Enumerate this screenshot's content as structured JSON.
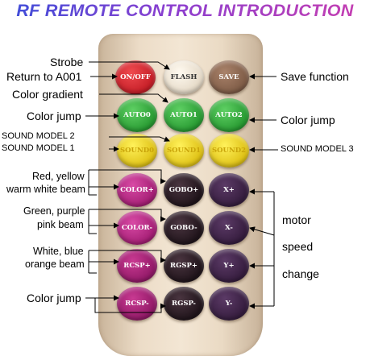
{
  "title": "RF REMOTE CONTROL INTRODUCTION",
  "buttons": {
    "on_off": "ON/OFF",
    "flash": "FLASH",
    "save": "SAVE",
    "auto0": "AUTO0",
    "auto1": "AUTO1",
    "auto2": "AUTO2",
    "sound0": "SOUND0",
    "sound1": "SOUND1",
    "sound2": "SOUND2",
    "color_plus": "COLOR+",
    "gobo_plus": "GOBO+",
    "x_plus": "X+",
    "color_minus": "COLOR-",
    "gobo_minus": "GOBO-",
    "x_minus": "X-",
    "rcsp_plus": "RCSP+",
    "rgsp_plus": "RGSP+",
    "y_plus": "Y+",
    "rcsp_minus": "RCSP-",
    "rgsp_minus": "RGSP-",
    "y_minus": "Y-"
  },
  "labels": {
    "strobe": "Strobe",
    "return": "Return to A001",
    "color_gradient": "Color gradient",
    "color_jump_left": "Color jump",
    "sound_model_2": "SOUND MODEL 2",
    "sound_model_1": "SOUND MODEL 1",
    "red_yellow": "Red, yellow",
    "warm_white": "warm white beam",
    "green_purple": "Green, purple",
    "pink_beam": "pink beam",
    "white_blue": "White, blue",
    "orange_beam": "orange beam",
    "color_jump_bottom": "Color jump",
    "save_function": "Save function",
    "color_jump_right": "Color jump",
    "sound_model_3": "SOUND MODEL 3",
    "motor": "motor",
    "speed": "speed",
    "change": "change"
  },
  "colors": {
    "red": "#d8262f",
    "flash": "#efe6d6",
    "save": "#8b6750",
    "green": "#34a83c",
    "yellow": "#e6cb1b",
    "magenta": "#b0227d",
    "dark": "#2a1a24",
    "purple": "#3e2346",
    "remote": "#f0e3d0"
  }
}
